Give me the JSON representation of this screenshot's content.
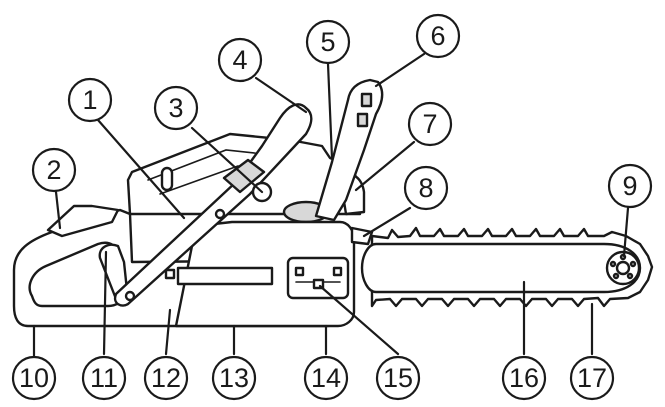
{
  "callouts": [
    {
      "id": 1,
      "label": "1"
    },
    {
      "id": 2,
      "label": "2"
    },
    {
      "id": 3,
      "label": "3"
    },
    {
      "id": 4,
      "label": "4"
    },
    {
      "id": 5,
      "label": "5"
    },
    {
      "id": 6,
      "label": "6"
    },
    {
      "id": 7,
      "label": "7"
    },
    {
      "id": 8,
      "label": "8"
    },
    {
      "id": 9,
      "label": "9"
    },
    {
      "id": 10,
      "label": "10"
    },
    {
      "id": 11,
      "label": "11"
    },
    {
      "id": 12,
      "label": "12"
    },
    {
      "id": 13,
      "label": "13"
    },
    {
      "id": 14,
      "label": "14"
    },
    {
      "id": 15,
      "label": "15"
    },
    {
      "id": 16,
      "label": "16"
    },
    {
      "id": 17,
      "label": "17"
    }
  ],
  "colors": {
    "line": "#1a1a1a",
    "fill": "#ffffff",
    "shade": "#d8d8d8"
  }
}
